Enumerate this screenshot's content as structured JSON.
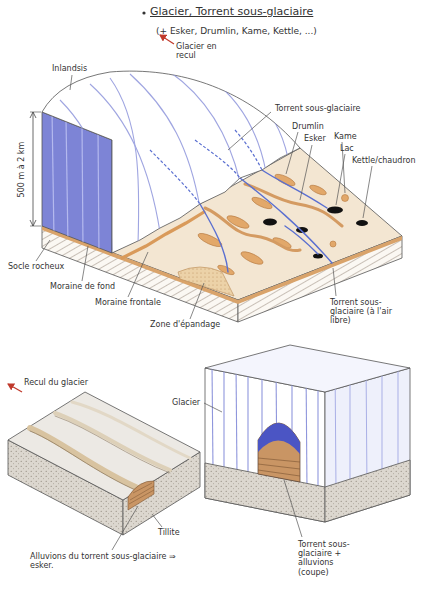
{
  "diagram": {
    "title": "Glacier, Torrent sous-glaciaire",
    "labels": [
      "(+ Esker, Drumlin, Kame, Kettle, ...)",
      "Glacier en recul",
      "Inlandsis",
      "500 m à 2 km",
      "Torrent sous-glaciaire",
      "Drumlin",
      "Esker",
      "Kame",
      "Lac",
      "Kettle/chaudron",
      "Socle rocheux",
      "Moraine de fond",
      "Moraine frontale",
      "Zone d'épandage",
      "Torrent sous-glaciaire (à l'air libre)",
      "Recul du glacier",
      "Glacier",
      "Tillite",
      "Torrent sous-glaciaire + alluvions (coupe)",
      "Alluvions du torrent sous-glaciaire ⇒ esker."
    ]
  }
}
